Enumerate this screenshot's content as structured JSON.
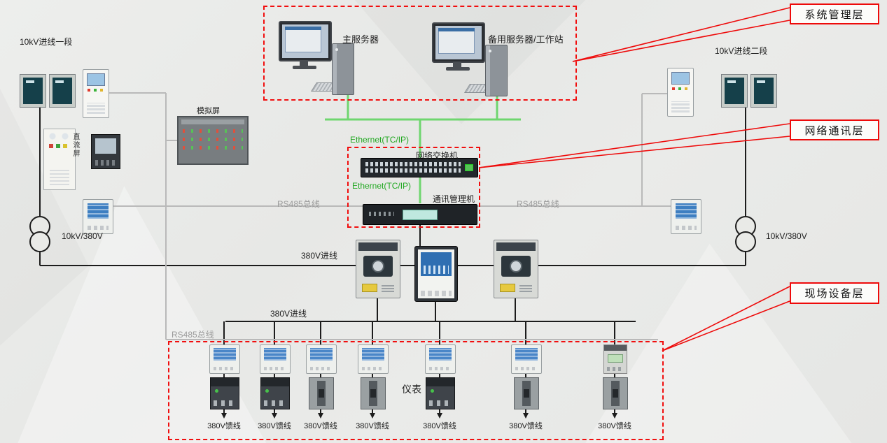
{
  "canvas": {
    "bg": "#e9eae7"
  },
  "colors": {
    "annotation_red": "#ee0a0a",
    "ethernet_green": "#22a822",
    "bus_gray": "#b9b9b9",
    "line_black": "#1c1c1c"
  },
  "annotations": {
    "system_layer": "系统管理层",
    "network_layer": "网络通讯层",
    "field_layer": "现场设备层"
  },
  "management": {
    "main_server": "主服务器",
    "backup_server": "备用服务器/工作站"
  },
  "network": {
    "ethernet_upper": "Ethernet(TC/IP)",
    "ethernet_lower": "Ethernet(TC/IP)",
    "switch": "网络交换机",
    "comm_manager": "通讯管理机"
  },
  "hv": {
    "incoming_left": "10kV进线一段",
    "incoming_right": "10kV进线二段",
    "mimic_panel": "模拟屏",
    "dc_panel": "直流屏",
    "transformer_left": "10kV/380V",
    "transformer_right": "10kV/380V"
  },
  "buses": {
    "rs485_left": "RS485总线",
    "rs485_right": "RS485总线",
    "rs485_field": "RS485总线"
  },
  "lv": {
    "incoming_upper": "380V进线",
    "incoming_lower": "380V进线",
    "meters": "仪表"
  },
  "feeders": [
    {
      "label": "380V馈线"
    },
    {
      "label": "380V馈线"
    },
    {
      "label": "380V馈线"
    },
    {
      "label": "380V馈线"
    },
    {
      "label": "380V馈线"
    },
    {
      "label": "380V馈线"
    },
    {
      "label": "380V馈线"
    }
  ]
}
